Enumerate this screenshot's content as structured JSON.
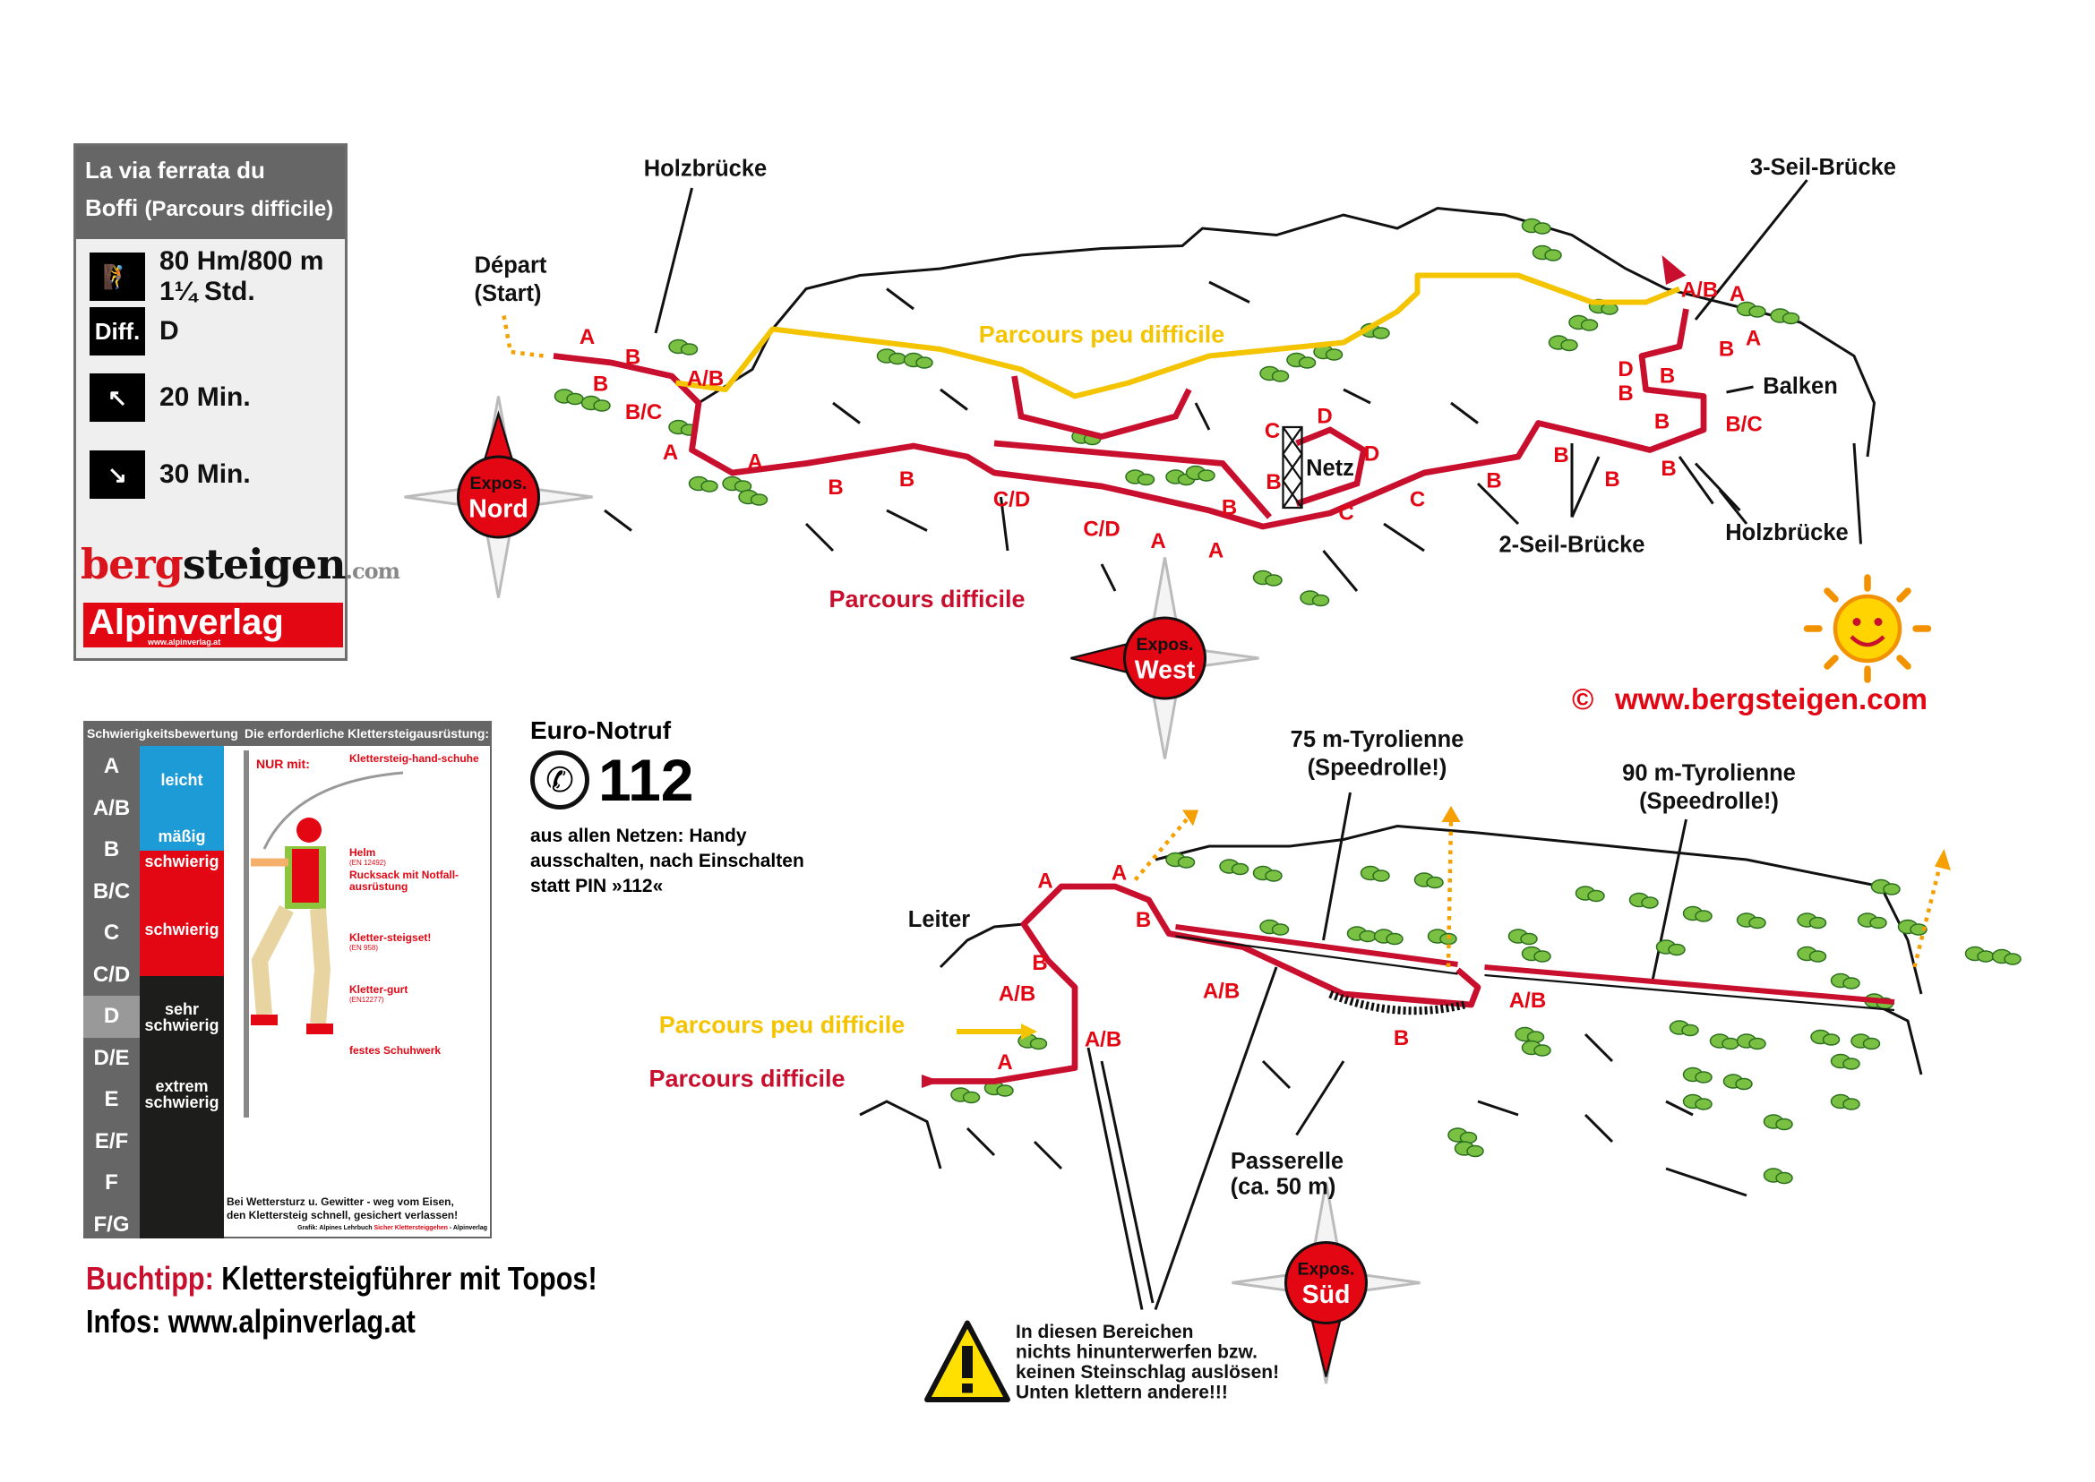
{
  "info": {
    "title_line1": "La via ferrata du",
    "title_line2": "Boffi",
    "title_sub": "(Parcours difficile)",
    "stats": {
      "height_length": "80 Hm/800 m",
      "duration": "1¼ Std."
    },
    "difficulty_label": "Diff.",
    "difficulty_value": "D",
    "approach_time": "20 Min.",
    "descent_time": "30 Min.",
    "logo_bergsteigen": {
      "part1": "berg",
      "part2": "steigen",
      "part3": ".com"
    },
    "logo_alpinverlag": {
      "name": "Alpinverlag",
      "url": "www.alpinverlag.at"
    }
  },
  "legend": {
    "header_left": "Schwierigkeitsbewertung",
    "header_right": "Die erforderliche Klettersteigausrüstung:",
    "grades": [
      "A",
      "A/B",
      "B",
      "B/C",
      "C",
      "C/D",
      "D",
      "D/E",
      "E",
      "E/F",
      "F",
      "F/G"
    ],
    "selected_grade": "D",
    "categories": {
      "leicht": "leicht",
      "maessig": "mäßig",
      "schwierig1": "schwierig",
      "schwierig2": "schwierig",
      "sehr_line1": "sehr",
      "sehr_line2": "schwierig",
      "extrem_line1": "extrem",
      "extrem_line2": "schwierig"
    },
    "nur_mit": "NUR mit:",
    "equipment": [
      {
        "name": "Klettersteig-hand-schuhe",
        "norm": ""
      },
      {
        "name": "Helm",
        "norm": "(EN 12492)"
      },
      {
        "name": "Rucksack mit Notfall-ausrüstung",
        "norm": ""
      },
      {
        "name": "Kletter-steigset!",
        "norm": "(EN 958)"
      },
      {
        "name": "Kletter-gurt",
        "norm": "(EN12277)"
      },
      {
        "name": "festes Schuhwerk",
        "norm": ""
      }
    ],
    "warning_line1": "Bei Wettersturz u. Gewitter - weg vom Eisen,",
    "warning_line2": "den Klettersteig schnell, gesichert verlassen!",
    "credit_a": "Grafik: Alpines Lehrbuch ",
    "credit_b": "Sicher Klettersteiggehen",
    "credit_c": " - Alpinverlag"
  },
  "emergency": {
    "title": "Euro-Notruf",
    "number": "112",
    "line1": "aus allen Netzen: Handy",
    "line2": "ausschalten, nach Einschalten",
    "line3": "statt PIN »112«"
  },
  "buchtipp": {
    "label": "Buchtipp:",
    "text": " Klettersteigführer mit Topos!",
    "infos": "Infos: www.alpinverlag.at"
  },
  "top_map": {
    "labels": {
      "holzbruecke_1": "Holzbrücke",
      "depart": "Départ",
      "start": "(Start)",
      "drei_seil": "3-Seil-Brücke",
      "peu_difficile": "Parcours peu difficile",
      "balken": "Balken",
      "netz": "Netz",
      "zwei_seil": "2-Seil-Brücke",
      "holzbruecke_2": "Holzbrücke",
      "difficile": "Parcours difficile"
    },
    "grades": [
      "A",
      "B",
      "B",
      "B/C",
      "A/B",
      "A",
      "A",
      "B",
      "B",
      "C/D",
      "C/D",
      "A",
      "A",
      "B",
      "B",
      "C",
      "D",
      "D",
      "C",
      "C",
      "B",
      "B",
      "B",
      "B",
      "B",
      "D",
      "B",
      "B",
      "B",
      "A",
      "A/B",
      "A",
      "B/C"
    ]
  },
  "copyright": {
    "symbol": "©",
    "url": "www.bergsteigen.com"
  },
  "compass": [
    {
      "line1": "Expos.",
      "line2": "Nord"
    },
    {
      "line1": "Expos.",
      "line2": "West"
    },
    {
      "line1": "Expos.",
      "line2": "Süd"
    }
  ],
  "bottom_map": {
    "labels": {
      "tyro75_1": "75 m-Tyrolienne",
      "tyro75_2": "(Speedrolle!)",
      "tyro90_1": "90 m-Tyrolienne",
      "tyro90_2": "(Speedrolle!)",
      "leiter": "Leiter",
      "peu_difficile": "Parcours peu difficile",
      "difficile": "Parcours difficile",
      "passerelle_1": "Passerelle",
      "passerelle_2": "(ca. 50 m)"
    },
    "grades": [
      "A",
      "A",
      "B",
      "B",
      "A/B",
      "A/B",
      "A/B",
      "A",
      "B",
      "A/B"
    ]
  },
  "rockfall_warning": {
    "line1": "In diesen Bereichen",
    "line2": "nichts hinunterwerfen bzw.",
    "line3": "keinen Steinschlag auslösen!",
    "line4": "Unten klettern andere!!!"
  },
  "colors": {
    "route_difficile": "#c8102e",
    "route_peu_difficile": "#f5c400",
    "brand_red": "#e30613",
    "grade_blue": "#1d9bd7"
  }
}
